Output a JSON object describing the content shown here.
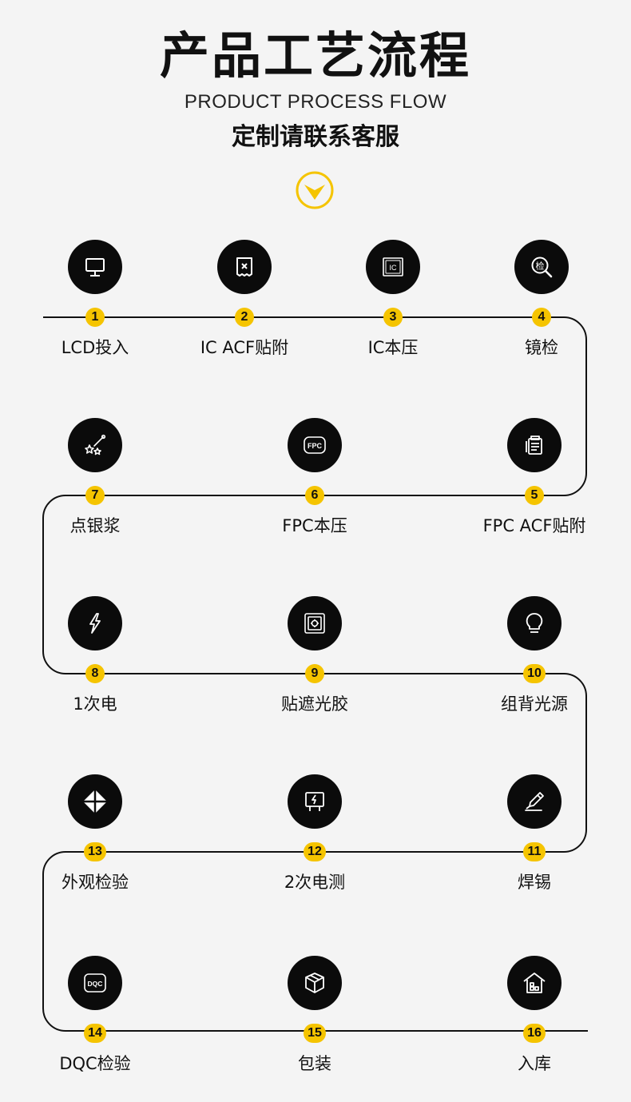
{
  "header": {
    "title": "产品工艺流程",
    "subtitle_en": "PRODUCT PROCESS FLOW",
    "subtitle_cn": "定制请联系客服"
  },
  "colors": {
    "accent": "#f5c400",
    "icon_bg": "#0b0b0b",
    "line": "#111111",
    "background": "#f4f4f4"
  },
  "steps": [
    {
      "num": "1",
      "label": "LCD投入",
      "icon": "monitor-icon"
    },
    {
      "num": "2",
      "label": "IC ACF贴附",
      "icon": "document-close-icon"
    },
    {
      "num": "3",
      "label": "IC本压",
      "icon": "ic-chip-icon"
    },
    {
      "num": "4",
      "label": "镜检",
      "icon": "magnifier-icon",
      "icon_text": "检"
    },
    {
      "num": "5",
      "label": "FPC ACF贴附",
      "icon": "clipboard-icon"
    },
    {
      "num": "6",
      "label": "FPC本压",
      "icon": "fpc-badge-icon",
      "icon_text": "FPC"
    },
    {
      "num": "7",
      "label": "点银浆",
      "icon": "wand-stars-icon"
    },
    {
      "num": "8",
      "label": "1次电",
      "icon": "lightning-icon"
    },
    {
      "num": "9",
      "label": "贴遮光胶",
      "icon": "safe-box-icon"
    },
    {
      "num": "10",
      "label": "组背光源",
      "icon": "lightbulb-icon"
    },
    {
      "num": "11",
      "label": "焊锡",
      "icon": "solder-pen-icon"
    },
    {
      "num": "12",
      "label": "2次电测",
      "icon": "test-board-icon"
    },
    {
      "num": "13",
      "label": "外观检验",
      "icon": "diamond-icon"
    },
    {
      "num": "14",
      "label": "DQC检验",
      "icon": "dqc-badge-icon",
      "icon_text": "DQC"
    },
    {
      "num": "15",
      "label": "包装",
      "icon": "package-box-icon"
    },
    {
      "num": "16",
      "label": "入库",
      "icon": "warehouse-icon"
    }
  ]
}
